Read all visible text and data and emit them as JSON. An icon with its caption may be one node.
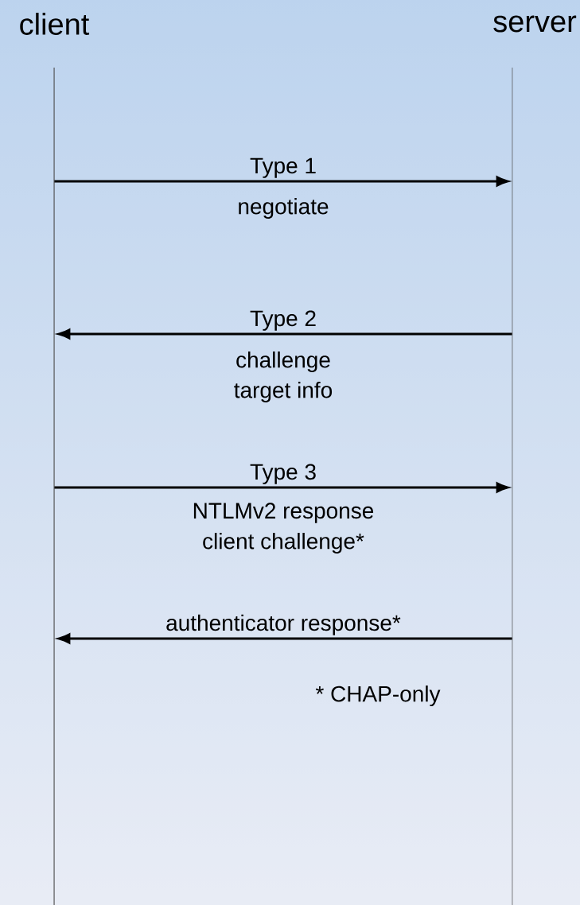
{
  "diagram": {
    "nodes": [
      {
        "text": [],
        "shape": "line"
      },
      {
        "text": [],
        "shape": "line"
      }
    ],
    "edges": [
      {
        "from": 0,
        "to": 1,
        "arrow": "to",
        "label": "Type 1"
      },
      {
        "from": 1,
        "to": 0,
        "arrow": "to",
        "label": "Type 2"
      },
      {
        "from": 0,
        "to": 1,
        "arrow": "to",
        "label": "Type 3"
      },
      {
        "from": 1,
        "to": 0,
        "arrow": "to",
        "label": "authenticator response*"
      }
    ],
    "labels": [
      "client",
      "server",
      "negotiate",
      "challenge",
      "target info",
      "NTLMv2 response",
      "client challenge*",
      "* CHAP-only"
    ]
  }
}
